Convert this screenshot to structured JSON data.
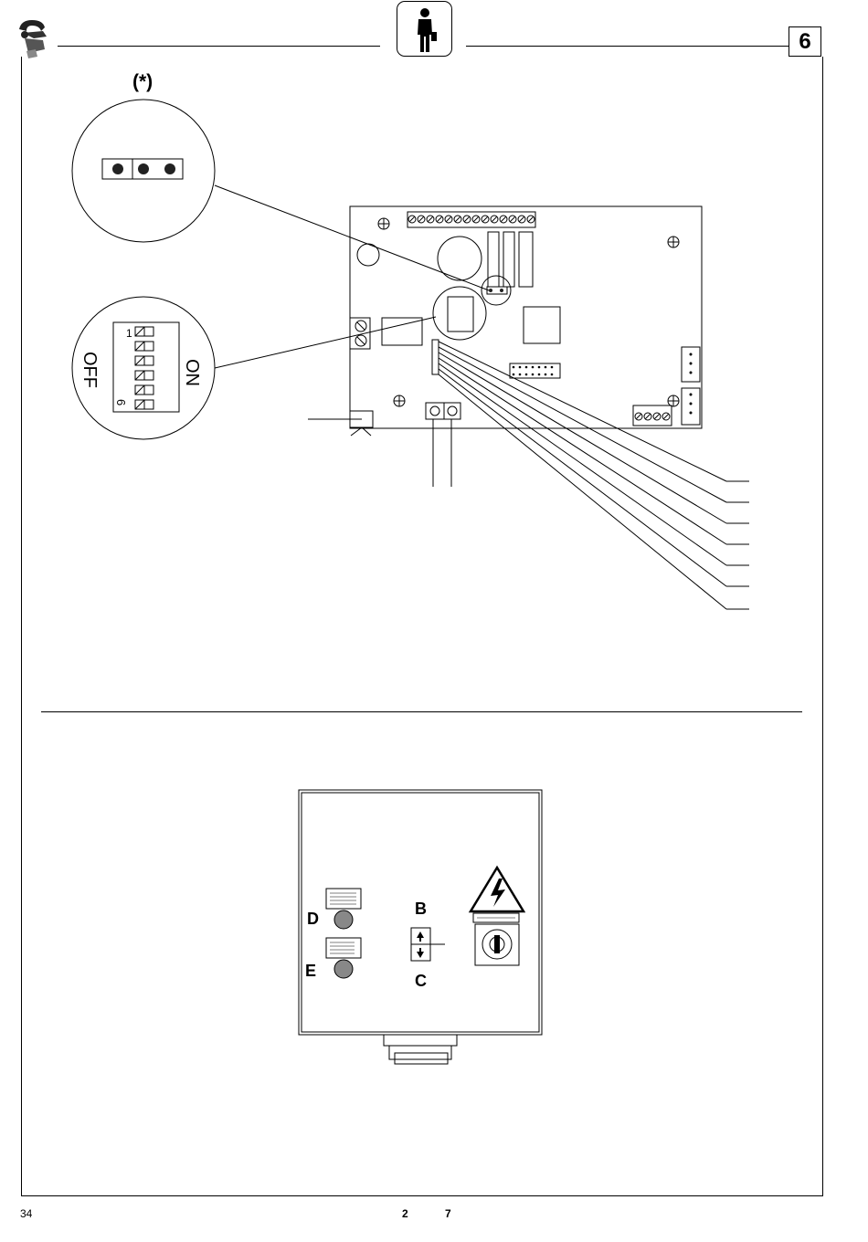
{
  "header": {
    "section_number": "6",
    "user_icon": "person-icon",
    "brand_icon": "brand-logo-icon"
  },
  "upper_figure": {
    "jumper_callout_label": "(*)",
    "dip_switch": {
      "off_label": "OFF",
      "on_label": "ON",
      "first_switch": "1",
      "last_switch": "6",
      "switch_count": 6
    }
  },
  "lower_figure": {
    "labels": {
      "d": "D",
      "e": "E",
      "b": "B",
      "c": "C"
    },
    "warning_icon": "high-voltage-warning-icon",
    "selector_icon": "key-selector-switch-icon"
  },
  "footer": {
    "page_number": "34",
    "center_left": "2",
    "center_right": "7"
  }
}
